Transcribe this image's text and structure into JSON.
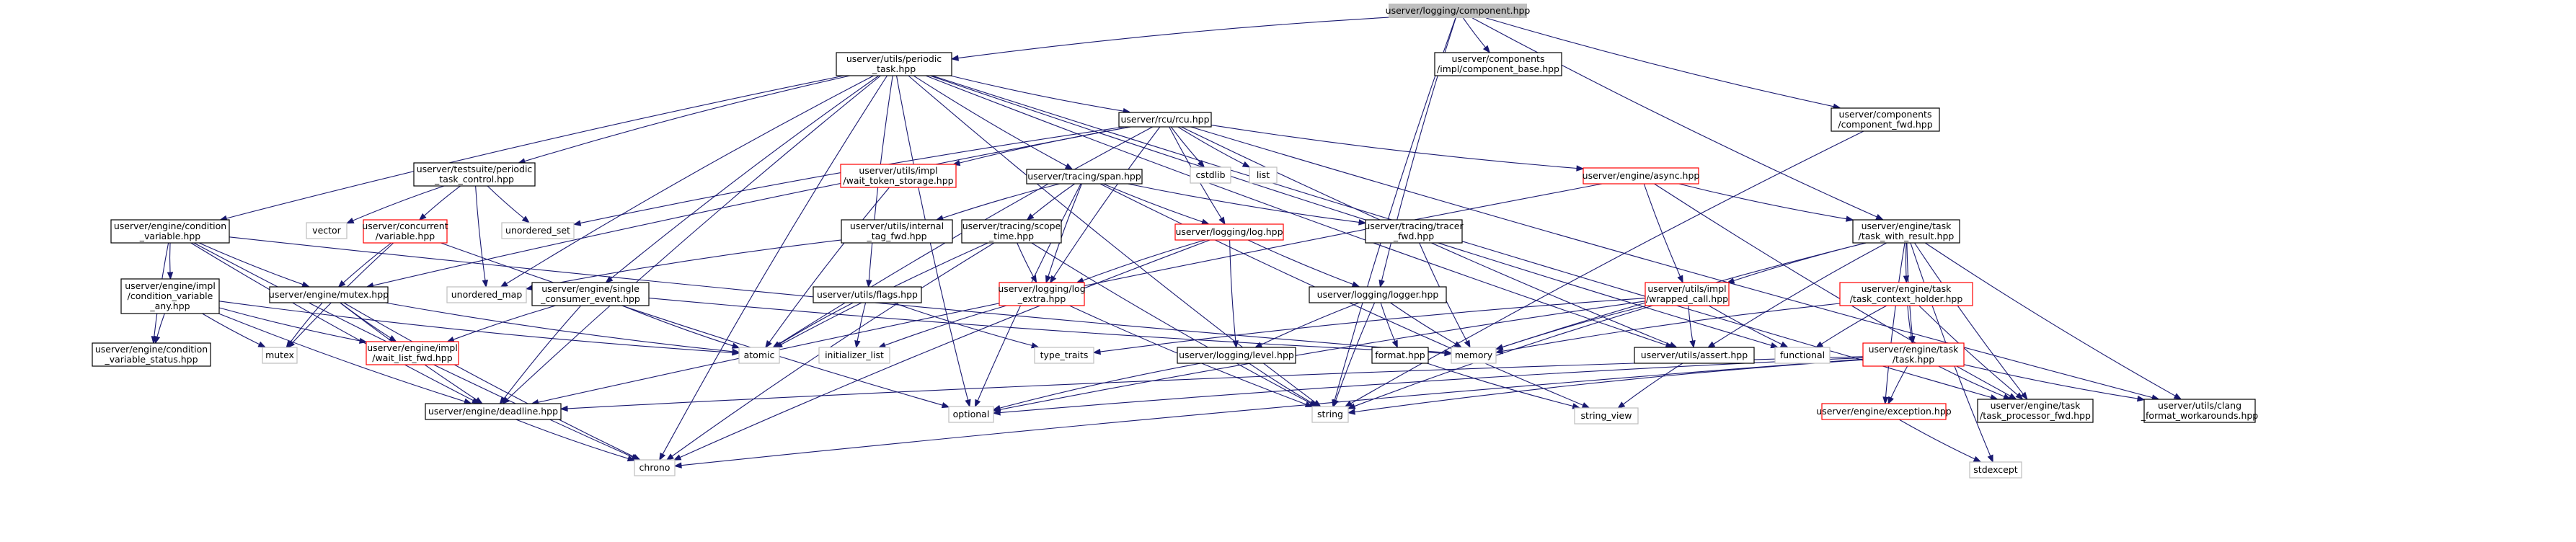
{
  "graph": {
    "nodes": [
      {
        "id": "component",
        "lines": [
          "userver/logging/component.hpp"
        ],
        "style": "root"
      },
      {
        "id": "periodic_task",
        "lines": [
          "userver/utils/periodic",
          "_task.hpp"
        ],
        "style": "black"
      },
      {
        "id": "component_base",
        "lines": [
          "userver/components",
          "/impl/component_base.hpp"
        ],
        "style": "black"
      },
      {
        "id": "component_fwd",
        "lines": [
          "userver/components",
          "/component_fwd.hpp"
        ],
        "style": "black"
      },
      {
        "id": "rcu",
        "lines": [
          "userver/rcu/rcu.hpp"
        ],
        "style": "black"
      },
      {
        "id": "periodic_task_control",
        "lines": [
          "userver/testsuite/periodic",
          "_task_control.hpp"
        ],
        "style": "black"
      },
      {
        "id": "wait_token_storage",
        "lines": [
          "userver/utils/impl",
          "/wait_token_storage.hpp"
        ],
        "style": "red"
      },
      {
        "id": "span",
        "lines": [
          "userver/tracing/span.hpp"
        ],
        "style": "black"
      },
      {
        "id": "cstdlib",
        "lines": [
          "cstdlib"
        ],
        "style": "grey"
      },
      {
        "id": "list",
        "lines": [
          "list"
        ],
        "style": "grey"
      },
      {
        "id": "async",
        "lines": [
          "userver/engine/async.hpp"
        ],
        "style": "red"
      },
      {
        "id": "condition_variable",
        "lines": [
          "userver/engine/condition",
          "_variable.hpp"
        ],
        "style": "black"
      },
      {
        "id": "vector",
        "lines": [
          "vector"
        ],
        "style": "grey"
      },
      {
        "id": "concurrent_variable",
        "lines": [
          "userver/concurrent",
          "/variable.hpp"
        ],
        "style": "red"
      },
      {
        "id": "unordered_set",
        "lines": [
          "unordered_set"
        ],
        "style": "grey"
      },
      {
        "id": "internal_tag_fwd",
        "lines": [
          "userver/utils/internal",
          "_tag_fwd.hpp"
        ],
        "style": "black"
      },
      {
        "id": "scope_time",
        "lines": [
          "userver/tracing/scope",
          "_time.hpp"
        ],
        "style": "black"
      },
      {
        "id": "log",
        "lines": [
          "userver/logging/log.hpp"
        ],
        "style": "red"
      },
      {
        "id": "tracer_fwd",
        "lines": [
          "userver/tracing/tracer",
          "_fwd.hpp"
        ],
        "style": "black"
      },
      {
        "id": "task_with_result",
        "lines": [
          "userver/engine/task",
          "/task_with_result.hpp"
        ],
        "style": "black"
      },
      {
        "id": "cv_any",
        "lines": [
          "userver/engine/impl",
          "/condition_variable",
          "_any.hpp"
        ],
        "style": "black"
      },
      {
        "id": "mutex_hpp",
        "lines": [
          "userver/engine/mutex.hpp"
        ],
        "style": "black"
      },
      {
        "id": "unordered_map",
        "lines": [
          "unordered_map"
        ],
        "style": "grey"
      },
      {
        "id": "single_consumer_event",
        "lines": [
          "userver/engine/single",
          "_consumer_event.hpp"
        ],
        "style": "black"
      },
      {
        "id": "flags",
        "lines": [
          "userver/utils/flags.hpp"
        ],
        "style": "black"
      },
      {
        "id": "log_extra",
        "lines": [
          "userver/logging/log",
          "_extra.hpp"
        ],
        "style": "red"
      },
      {
        "id": "logger",
        "lines": [
          "userver/logging/logger.hpp"
        ],
        "style": "black"
      },
      {
        "id": "wrapped_call",
        "lines": [
          "userver/utils/impl",
          "/wrapped_call.hpp"
        ],
        "style": "red"
      },
      {
        "id": "task_context_holder",
        "lines": [
          "userver/engine/task",
          "/task_context_holder.hpp"
        ],
        "style": "red"
      },
      {
        "id": "cv_status",
        "lines": [
          "userver/engine/condition",
          "_variable_status.hpp"
        ],
        "style": "black"
      },
      {
        "id": "mutex",
        "lines": [
          "mutex"
        ],
        "style": "grey"
      },
      {
        "id": "wait_list_fwd",
        "lines": [
          "userver/engine/impl",
          "/wait_list_fwd.hpp"
        ],
        "style": "red"
      },
      {
        "id": "atomic",
        "lines": [
          "atomic"
        ],
        "style": "grey"
      },
      {
        "id": "initializer_list",
        "lines": [
          "initializer_list"
        ],
        "style": "grey"
      },
      {
        "id": "type_traits",
        "lines": [
          "type_traits"
        ],
        "style": "grey"
      },
      {
        "id": "level",
        "lines": [
          "userver/logging/level.hpp"
        ],
        "style": "black"
      },
      {
        "id": "format",
        "lines": [
          "format.hpp"
        ],
        "style": "black"
      },
      {
        "id": "memory",
        "lines": [
          "memory"
        ],
        "style": "grey"
      },
      {
        "id": "assert",
        "lines": [
          "userver/utils/assert.hpp"
        ],
        "style": "black"
      },
      {
        "id": "functional",
        "lines": [
          "functional"
        ],
        "style": "grey"
      },
      {
        "id": "task_hpp",
        "lines": [
          "userver/engine/task",
          "/task.hpp"
        ],
        "style": "red"
      },
      {
        "id": "deadline",
        "lines": [
          "userver/engine/deadline.hpp"
        ],
        "style": "black"
      },
      {
        "id": "optional",
        "lines": [
          "optional"
        ],
        "style": "grey"
      },
      {
        "id": "string",
        "lines": [
          "string"
        ],
        "style": "grey"
      },
      {
        "id": "string_view",
        "lines": [
          "string_view"
        ],
        "style": "grey"
      },
      {
        "id": "exception",
        "lines": [
          "userver/engine/exception.hpp"
        ],
        "style": "red"
      },
      {
        "id": "task_processor_fwd",
        "lines": [
          "userver/engine/task",
          "/task_processor_fwd.hpp"
        ],
        "style": "black"
      },
      {
        "id": "clang_format",
        "lines": [
          "userver/utils/clang",
          "_format_workarounds.hpp"
        ],
        "style": "black"
      },
      {
        "id": "chrono",
        "lines": [
          "chrono"
        ],
        "style": "grey"
      },
      {
        "id": "stdexcept",
        "lines": [
          "stdexcept"
        ],
        "style": "grey"
      }
    ],
    "edges": [
      [
        "component",
        "periodic_task"
      ],
      [
        "component",
        "component_base"
      ],
      [
        "component",
        "component_fwd"
      ],
      [
        "component",
        "logger"
      ],
      [
        "component",
        "string"
      ],
      [
        "component",
        "task_with_result"
      ],
      [
        "periodic_task",
        "rcu"
      ],
      [
        "periodic_task",
        "periodic_task_control"
      ],
      [
        "periodic_task",
        "span"
      ],
      [
        "periodic_task",
        "condition_variable"
      ],
      [
        "periodic_task",
        "single_consumer_event"
      ],
      [
        "periodic_task",
        "flags"
      ],
      [
        "periodic_task",
        "deadline"
      ],
      [
        "periodic_task",
        "chrono"
      ],
      [
        "periodic_task",
        "string"
      ],
      [
        "periodic_task",
        "optional"
      ],
      [
        "periodic_task",
        "functional"
      ],
      [
        "periodic_task",
        "assert"
      ],
      [
        "periodic_task",
        "task_processor_fwd"
      ],
      [
        "periodic_task",
        "unordered_map"
      ],
      [
        "component_fwd",
        "string"
      ],
      [
        "rcu",
        "cstdlib"
      ],
      [
        "rcu",
        "list"
      ],
      [
        "rcu",
        "wait_token_storage"
      ],
      [
        "rcu",
        "async"
      ],
      [
        "rcu",
        "mutex_hpp"
      ],
      [
        "rcu",
        "log"
      ],
      [
        "rcu",
        "unordered_set"
      ],
      [
        "rcu",
        "atomic"
      ],
      [
        "rcu",
        "assert"
      ],
      [
        "rcu",
        "clang_format"
      ],
      [
        "rcu",
        "log_extra"
      ],
      [
        "periodic_task_control",
        "concurrent_variable"
      ],
      [
        "periodic_task_control",
        "vector"
      ],
      [
        "periodic_task_control",
        "unordered_set"
      ],
      [
        "periodic_task_control",
        "unordered_map"
      ],
      [
        "concurrent_variable",
        "mutex_hpp"
      ],
      [
        "concurrent_variable",
        "mutex"
      ],
      [
        "concurrent_variable",
        "optional"
      ],
      [
        "wait_token_storage",
        "atomic"
      ],
      [
        "span",
        "internal_tag_fwd"
      ],
      [
        "span",
        "scope_time"
      ],
      [
        "span",
        "log"
      ],
      [
        "span",
        "tracer_fwd"
      ],
      [
        "span",
        "log_extra"
      ],
      [
        "span",
        "optional"
      ],
      [
        "span",
        "string_view"
      ],
      [
        "internal_tag_fwd",
        "unordered_map"
      ],
      [
        "scope_time",
        "atomic"
      ],
      [
        "scope_time",
        "log_extra"
      ],
      [
        "scope_time",
        "string"
      ],
      [
        "scope_time",
        "chrono"
      ],
      [
        "log",
        "logger"
      ],
      [
        "log",
        "level"
      ],
      [
        "log",
        "log_extra"
      ],
      [
        "log",
        "chrono"
      ],
      [
        "tracer_fwd",
        "memory"
      ],
      [
        "log_extra",
        "initializer_list"
      ],
      [
        "log_extra",
        "string"
      ],
      [
        "logger",
        "level"
      ],
      [
        "logger",
        "format"
      ],
      [
        "logger",
        "memory"
      ],
      [
        "logger",
        "string"
      ],
      [
        "level",
        "optional"
      ],
      [
        "level",
        "string"
      ],
      [
        "format",
        "string_view"
      ],
      [
        "async",
        "task_with_result"
      ],
      [
        "async",
        "wrapped_call"
      ],
      [
        "async",
        "deadline"
      ],
      [
        "async",
        "task_processor_fwd"
      ],
      [
        "task_with_result",
        "wrapped_call"
      ],
      [
        "task_with_result",
        "task_context_holder"
      ],
      [
        "task_with_result",
        "task_hpp"
      ],
      [
        "task_with_result",
        "exception"
      ],
      [
        "task_with_result",
        "memory"
      ],
      [
        "task_with_result",
        "assert"
      ],
      [
        "task_with_result",
        "task_processor_fwd"
      ],
      [
        "task_with_result",
        "stdexcept"
      ],
      [
        "task_with_result",
        "clang_format"
      ],
      [
        "wrapped_call",
        "assert"
      ],
      [
        "wrapped_call",
        "memory"
      ],
      [
        "wrapped_call",
        "optional"
      ],
      [
        "wrapped_call",
        "type_traits"
      ],
      [
        "wrapped_call",
        "functional"
      ],
      [
        "wrapped_call",
        "string"
      ],
      [
        "task_context_holder",
        "task_hpp"
      ],
      [
        "task_context_holder",
        "memory"
      ],
      [
        "task_context_holder",
        "functional"
      ],
      [
        "task_context_holder",
        "task_processor_fwd"
      ],
      [
        "task_hpp",
        "exception"
      ],
      [
        "task_hpp",
        "task_processor_fwd"
      ],
      [
        "task_hpp",
        "deadline"
      ],
      [
        "task_hpp",
        "clang_format"
      ],
      [
        "task_hpp",
        "string"
      ],
      [
        "task_hpp",
        "chrono"
      ],
      [
        "task_hpp",
        "optional"
      ],
      [
        "exception",
        "stdexcept"
      ],
      [
        "assert",
        "string_view"
      ],
      [
        "condition_variable",
        "cv_any"
      ],
      [
        "condition_variable",
        "cv_status"
      ],
      [
        "condition_variable",
        "mutex_hpp"
      ],
      [
        "condition_variable",
        "deadline"
      ],
      [
        "condition_variable",
        "chrono"
      ],
      [
        "condition_variable",
        "memory"
      ],
      [
        "cv_any",
        "cv_status"
      ],
      [
        "cv_any",
        "mutex"
      ],
      [
        "cv_any",
        "wait_list_fwd"
      ],
      [
        "cv_any",
        "deadline"
      ],
      [
        "cv_any",
        "atomic"
      ],
      [
        "mutex_hpp",
        "mutex"
      ],
      [
        "mutex_hpp",
        "wait_list_fwd"
      ],
      [
        "mutex_hpp",
        "deadline"
      ],
      [
        "mutex_hpp",
        "atomic"
      ],
      [
        "mutex_hpp",
        "chrono"
      ],
      [
        "single_consumer_event",
        "wait_list_fwd"
      ],
      [
        "single_consumer_event",
        "deadline"
      ],
      [
        "single_consumer_event",
        "atomic"
      ],
      [
        "single_consumer_event",
        "memory"
      ],
      [
        "flags",
        "initializer_list"
      ],
      [
        "flags",
        "type_traits"
      ],
      [
        "flags",
        "atomic"
      ],
      [
        "deadline",
        "chrono"
      ]
    ]
  }
}
